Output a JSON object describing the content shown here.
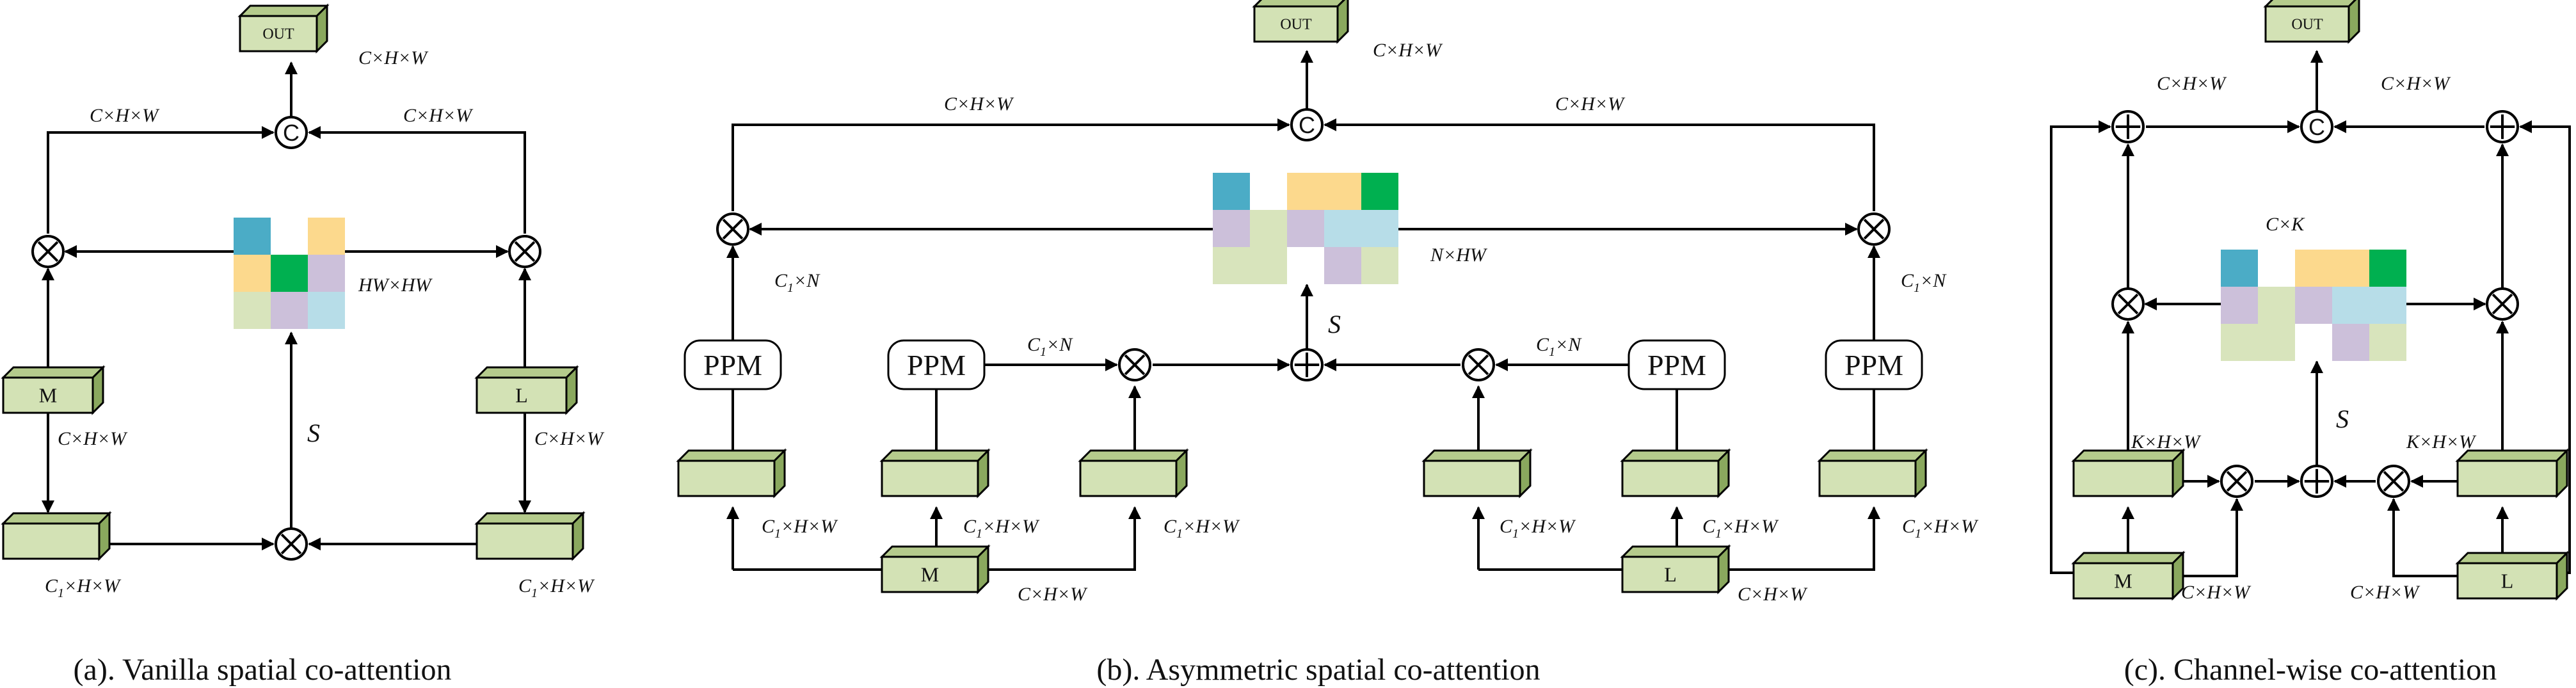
{
  "colors": {
    "box_front": "#d3e2b5",
    "box_top": "#b5cb8c",
    "box_side": "#8aa85e",
    "grid": [
      "#4bacc6",
      "#ffffff",
      "#fcd98d",
      "#fcd98d",
      "#00b050",
      "#ccc0da",
      "#d8e4bc",
      "#ccc0da",
      "#b7dde8",
      "#b7dde8",
      "#d8e4bc",
      "#d8e4bc",
      "#ffffff",
      "#ccc0da",
      "#d8e4bc"
    ]
  },
  "labels": {
    "out": "OUT",
    "m": "M",
    "l": "L",
    "ppm": "PPM",
    "chw": "C×H×W",
    "khw": "K×H×W",
    "c1": "C",
    "c1_sub": "1",
    "c1hw_rest": "×H×W",
    "c1n_rest": "×N",
    "hwhw": "HW×HW",
    "nhw": "N×HW",
    "ck": "C×K",
    "s": "S",
    "concat": "C"
  },
  "captions": {
    "a": "(a). Vanilla spatial co-attention",
    "b": "(b). Asymmetric spatial co-attention",
    "c": "(c). Channel-wise co-attention"
  }
}
